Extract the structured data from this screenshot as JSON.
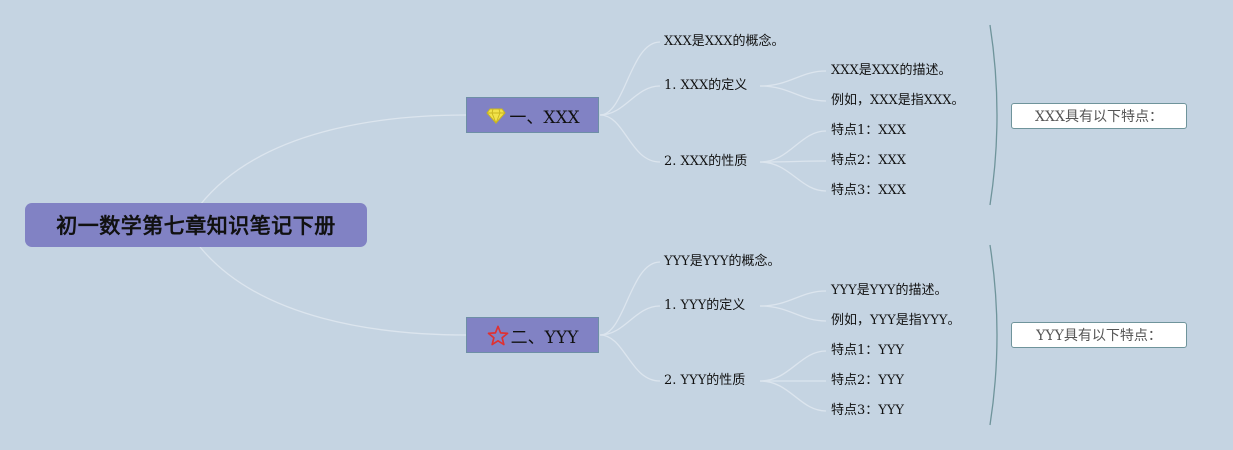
{
  "root": {
    "label": "初一数学第七章知识笔记下册"
  },
  "branches": [
    {
      "label": "一、XXX",
      "icon": "diamond-icon",
      "concept": "XXX是XXX的概念。",
      "definition": {
        "label": "1. XXX的定义",
        "items": [
          "XXX是XXX的描述。",
          "例如，XXX是指XXX。"
        ]
      },
      "properties": {
        "label": "2. XXX的性质",
        "items": [
          "特点1：XXX",
          "特点2：XXX",
          "特点3：XXX"
        ]
      },
      "summary": "XXX具有以下特点："
    },
    {
      "label": "二、YYY",
      "icon": "star-icon",
      "concept": "YYY是YYY的概念。",
      "definition": {
        "label": "1. YYY的定义",
        "items": [
          "YYY是YYY的描述。",
          "例如，YYY是指YYY。"
        ]
      },
      "properties": {
        "label": "2. YYY的性质",
        "items": [
          "特点1：YYY",
          "特点2：YYY",
          "特点3：YYY"
        ]
      },
      "summary": "YYY具有以下特点："
    }
  ],
  "colors": {
    "background": "#c5d4e2",
    "node_fill": "#8182c4",
    "connector": "#dce5ee",
    "bracket": "#6f949b",
    "diamond": "#f2e24a",
    "star": "#e03030"
  }
}
